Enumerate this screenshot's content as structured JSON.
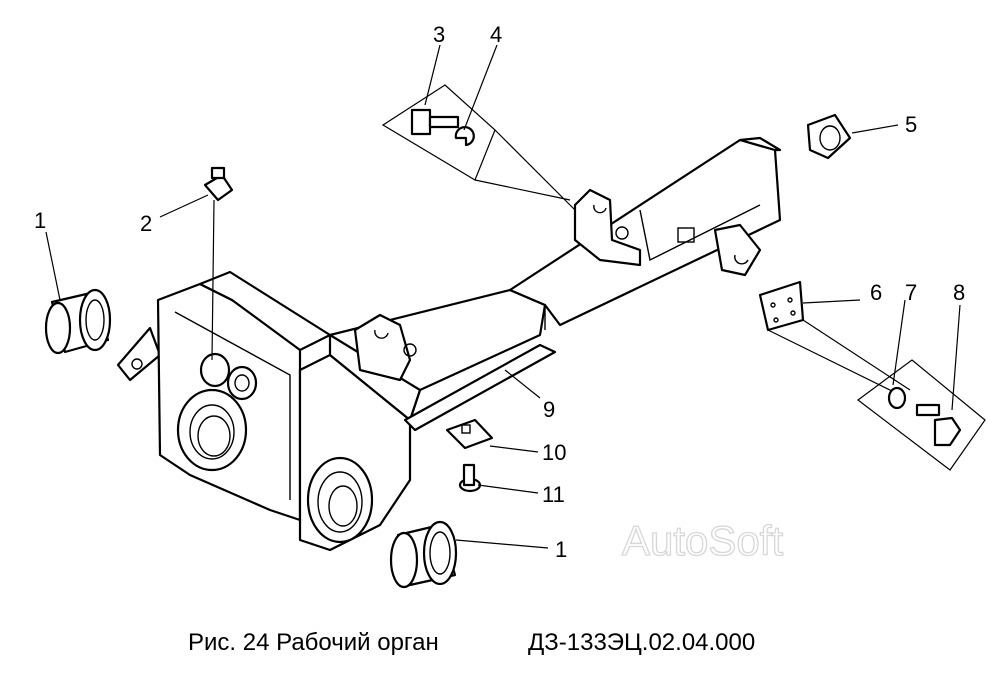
{
  "callouts": {
    "c1a": "1",
    "c1b": "1",
    "c2": "2",
    "c3": "3",
    "c4": "4",
    "c5": "5",
    "c6": "6",
    "c7": "7",
    "c8": "8",
    "c9": "9",
    "c10": "10",
    "c11": "11"
  },
  "caption": {
    "figure": "Рис. 24 Рабочий орган",
    "code": "ДЗ-133ЭЦ.02.04.000"
  },
  "watermark": "AutoSoft"
}
